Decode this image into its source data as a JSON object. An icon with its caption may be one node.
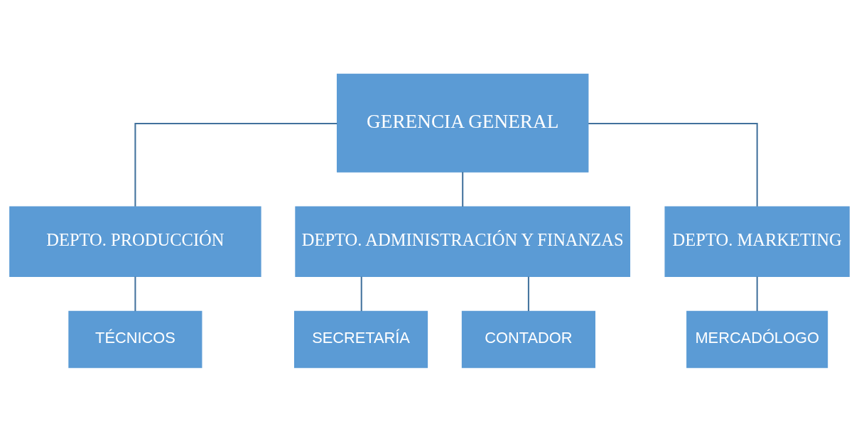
{
  "diagram": {
    "nodes": [
      {
        "text": [
          "GERENCIA GENERAL"
        ]
      },
      {
        "text": [
          "DEPTO. PRODUCCIÓN"
        ]
      },
      {
        "text": [
          "DEPTO. ADMINISTRACIÓN Y FINANZAS"
        ]
      },
      {
        "text": [
          "DEPTO. MARKETING"
        ]
      },
      {
        "text": [
          "TÉCNICOS"
        ]
      },
      {
        "text": [
          "SECRETARÍA"
        ]
      },
      {
        "text": [
          "CONTADOR"
        ]
      },
      {
        "text": [
          "MERCADÓLOGO"
        ]
      }
    ],
    "edges": [
      {
        "from": 0,
        "to": 1,
        "arrow": "none"
      },
      {
        "from": 0,
        "to": 2,
        "arrow": "none"
      },
      {
        "from": 0,
        "to": 3,
        "arrow": "none"
      },
      {
        "from": 1,
        "to": 4,
        "arrow": "none"
      },
      {
        "from": 2,
        "to": 5,
        "arrow": "none"
      },
      {
        "from": 2,
        "to": 6,
        "arrow": "none"
      },
      {
        "from": 3,
        "to": 7,
        "arrow": "none"
      }
    ]
  }
}
